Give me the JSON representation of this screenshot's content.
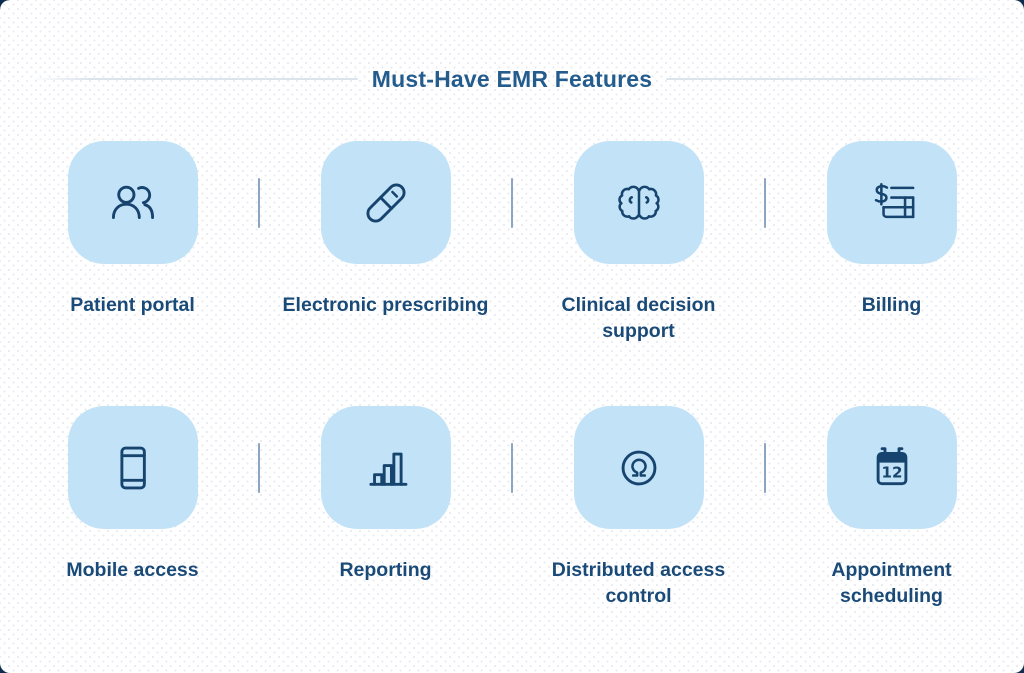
{
  "page": {
    "title": "Must-Have EMR Features"
  },
  "colors": {
    "outer_background": "#0d2c4e",
    "card_background": "#ffffff",
    "dot_pattern": "#e6e9f1",
    "tile_background": "#c2e3f7",
    "icon_stroke": "#17446f",
    "title_text": "#235c8d",
    "label_text": "#1a4a78",
    "vertical_divider": "#8aa6c3",
    "header_line": "#dce3ec"
  },
  "features": [
    {
      "label": "Patient portal",
      "icon": "users-icon"
    },
    {
      "label": "Electronic prescribing",
      "icon": "capsule-icon"
    },
    {
      "label": "Clinical decision\nsupport",
      "icon": "brain-icon"
    },
    {
      "label": "Billing",
      "icon": "billing-ledger-icon"
    },
    {
      "label": "Mobile access",
      "icon": "tablet-icon"
    },
    {
      "label": "Reporting",
      "icon": "bar-chart-icon"
    },
    {
      "label": "Distributed access\ncontrol",
      "icon": "keyhole-lock-icon"
    },
    {
      "label": "Appointment\nscheduling",
      "icon": "calendar-icon",
      "calendar_day": "12"
    }
  ]
}
